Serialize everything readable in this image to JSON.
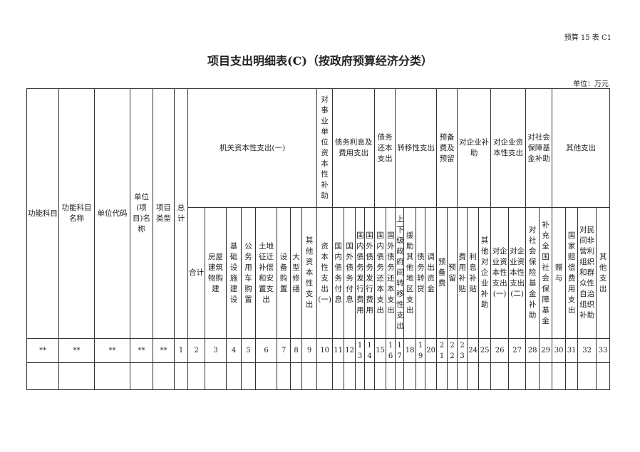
{
  "code": "预算 15 表 C1",
  "title": "项目支出明细表(C)（按政府预算经济分类）",
  "unit": "单位：万元",
  "fixed_headers": [
    "功能科目",
    "功能科目名称",
    "单位代码",
    "单位(项目)名称",
    "项目类型",
    "总计"
  ],
  "groups": [
    {
      "label": "机关资本性支出(一)",
      "subs": [
        "合计",
        "房屋建筑物购建",
        "基础设施建设",
        "公务用车购置",
        "土地征迁补偿和安置支出",
        "设备购置",
        "大型修缮",
        "其他资本性支出"
      ]
    },
    {
      "label": "对事业单位资本性补助",
      "subs": [
        "资本性支出(一)"
      ]
    },
    {
      "label": "债务利息及费用支出",
      "subs": [
        "国内债务付息",
        "国外债务付息",
        "国内债务发行费用",
        "国外债务发行费用"
      ]
    },
    {
      "label": "债务还本支出",
      "subs": [
        "国内债务还本支出",
        "国外债务还本支出"
      ]
    },
    {
      "label": "转移性支出",
      "subs": [
        "上下级政府间转移性支出",
        "援助其他地区支出",
        "债务转贷",
        "调出资金"
      ]
    },
    {
      "label": "预备费及预留",
      "subs": [
        "预备费",
        "预留"
      ]
    },
    {
      "label": "对企业补助",
      "subs": [
        "费用补贴",
        "利息补贴",
        "其他对企业补助"
      ]
    },
    {
      "label": "对企业资本性支出",
      "subs": [
        "对企业资本性支出(一)",
        "对企业资本性支出(二)"
      ]
    },
    {
      "label": "对社会保障基金补助",
      "subs": [
        "对社会保险基金补助",
        "补充全国社会保障基金"
      ]
    },
    {
      "label": "其他支出",
      "subs": [
        "赠与",
        "国家赔偿费用支出",
        "对民间非营利组织和群众性自治组织补助",
        "其他支出"
      ]
    }
  ],
  "number_row": [
    "**",
    "**",
    "**",
    "**",
    "**",
    "1",
    "2",
    "3",
    "4",
    "5",
    "6",
    "7",
    "8",
    "9",
    "10",
    "11",
    "12",
    "13",
    "14",
    "15",
    "16",
    "17",
    "18",
    "19",
    "20",
    "21",
    "22",
    "23",
    "24",
    "25",
    "26",
    "27",
    "28",
    "29",
    "30",
    "31",
    "32",
    "33"
  ]
}
